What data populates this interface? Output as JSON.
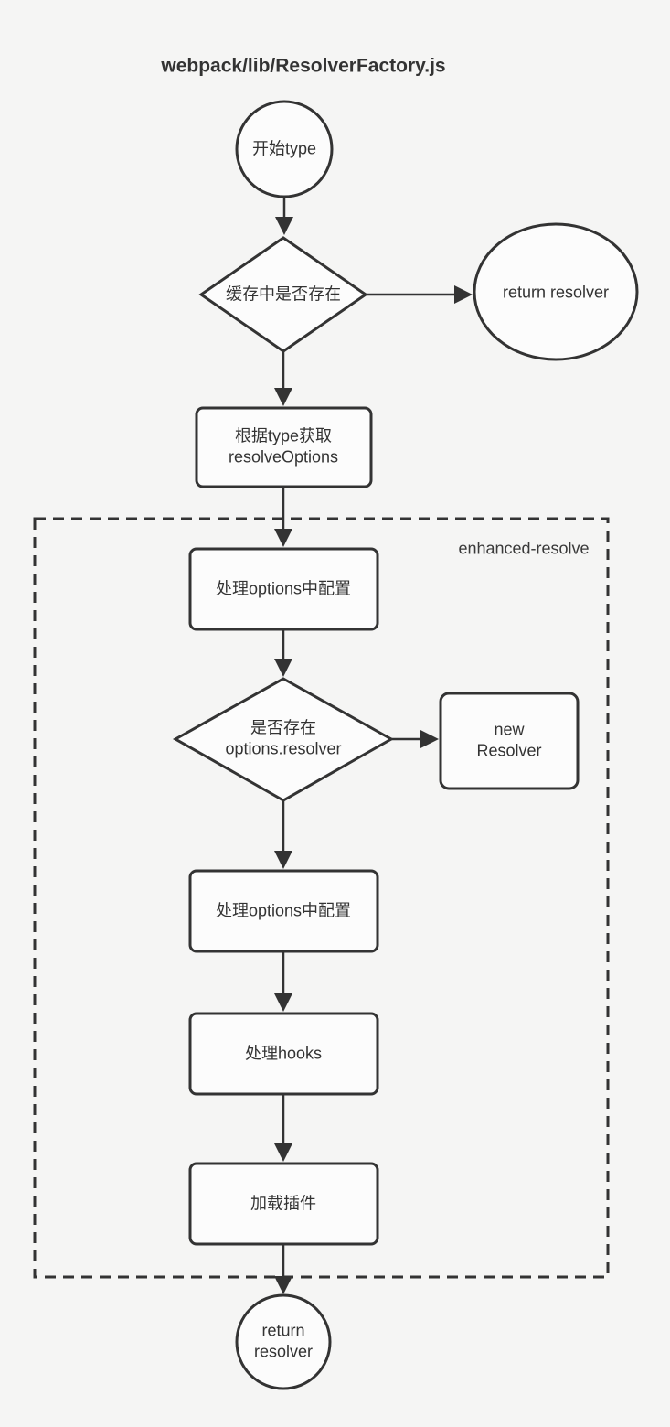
{
  "title": "webpack/lib/ResolverFactory.js",
  "container": {
    "label": "enhanced-resolve"
  },
  "colors": {
    "background": "#f5f5f4",
    "stroke": "#333333",
    "shape_fill": "#fcfcfc",
    "text": "#333333"
  },
  "nodes": {
    "start": {
      "type": "circle",
      "label": "开始type"
    },
    "cache_check": {
      "type": "diamond",
      "label": "缓存中是否存在"
    },
    "return_resolver_cached": {
      "type": "ellipse",
      "label": "return resolver"
    },
    "get_resolve_options": {
      "type": "rect",
      "label": "根据type获取\nresolveOptions"
    },
    "process_options_1": {
      "type": "rect",
      "label": "处理options中配置"
    },
    "resolver_exists": {
      "type": "diamond",
      "label": "是否存在\noptions.resolver"
    },
    "new_resolver": {
      "type": "rect",
      "label": "new\nResolver"
    },
    "process_options_2": {
      "type": "rect",
      "label": "处理options中配置"
    },
    "process_hooks": {
      "type": "rect",
      "label": "处理hooks"
    },
    "load_plugins": {
      "type": "rect",
      "label": "加载插件"
    },
    "end": {
      "type": "circle",
      "label": "return\nresolver"
    }
  }
}
